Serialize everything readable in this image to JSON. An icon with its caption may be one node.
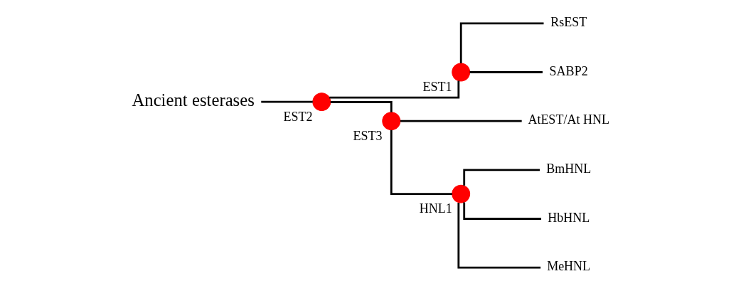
{
  "diagram": {
    "nodes": [
      {
        "text": [
          "Ancient esterases"
        ]
      },
      {
        "text": [],
        "shape": "circle",
        "beside": [
          "EST2"
        ]
      },
      {
        "text": [],
        "shape": "circle",
        "beside": [
          "EST1"
        ]
      },
      {
        "text": [
          "RsEST"
        ]
      },
      {
        "text": [
          "SABP2"
        ]
      },
      {
        "text": [],
        "shape": "circle",
        "beside": [
          "EST3"
        ]
      },
      {
        "text": [
          "AtEST/At HNL"
        ]
      },
      {
        "text": [],
        "shape": "circle",
        "beside": [
          "HNL1"
        ]
      },
      {
        "text": [
          "BmHNL"
        ]
      },
      {
        "text": [
          "HbHNL"
        ]
      },
      {
        "text": [
          "MeHNL"
        ]
      }
    ],
    "edges": [
      {
        "from": 0,
        "to": 1,
        "arrow": "none"
      },
      {
        "from": 1,
        "to": 2,
        "arrow": "none"
      },
      {
        "from": 2,
        "to": 3,
        "arrow": "none"
      },
      {
        "from": 2,
        "to": 4,
        "arrow": "none"
      },
      {
        "from": 1,
        "to": 5,
        "arrow": "none"
      },
      {
        "from": 5,
        "to": 6,
        "arrow": "none"
      },
      {
        "from": 5,
        "to": 7,
        "arrow": "none"
      },
      {
        "from": 7,
        "to": 8,
        "arrow": "none"
      },
      {
        "from": 7,
        "to": 9,
        "arrow": "none"
      },
      {
        "from": 7,
        "to": 10,
        "arrow": "none"
      }
    ]
  }
}
